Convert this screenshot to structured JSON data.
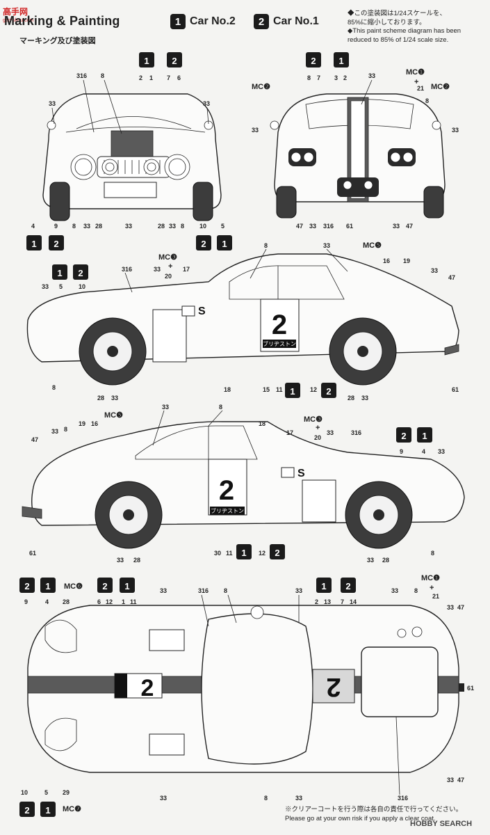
{
  "header": {
    "title": "Marking & Painting",
    "subtitle": "マーキング及び塗装図",
    "car_a": {
      "badge": "1",
      "label": "Car No.2"
    },
    "car_b": {
      "badge": "2",
      "label": "Car No.1"
    },
    "note_line1": "◆この塗装図は1/24スケールを、",
    "note_line2": "85%に縮小しております。",
    "note_line3": "◆This paint scheme diagram has been",
    "note_line4": "reduced to 85% of 1/24 scale size."
  },
  "watermark": {
    "left": "高手网",
    "left_sub": "gao-shou.com",
    "right": "HOBBY SEARCH"
  },
  "footer": {
    "line1": "※クリアーコートを行う際は各自の責任で行ってください。",
    "line2": "Please go at your own risk if you apply a clear coat."
  },
  "car_number": "2",
  "sponsor": "ブリヂストン",
  "class_mark": "S",
  "decals": {
    "d316": "316",
    "d8": "8",
    "d33": "33",
    "d28": "28",
    "d47": "47",
    "d61": "61",
    "d1": "1",
    "d2": "2",
    "d3": "3",
    "d4": "4",
    "d5": "5",
    "d6": "6",
    "d7": "7",
    "d9": "9",
    "d10": "10",
    "d11": "11",
    "d12": "12",
    "d13": "13",
    "d14": "14",
    "d15": "15",
    "d16": "16",
    "d17": "17",
    "d18": "18",
    "d19": "19",
    "d20": "20",
    "d21": "21",
    "d29": "29",
    "d30": "30",
    "mc1": "MC❶",
    "mc2": "MC❷",
    "mc3": "MC❸",
    "mc5": "MC❺",
    "mc6": "MC❻",
    "mc7": "MC❼",
    "plus": "+",
    "b1": "1",
    "b2": "2"
  },
  "colors": {
    "ink": "#222222",
    "stripe": "#5a5a5a",
    "paper": "#f4f4f2",
    "badge": "#1b1b1b"
  }
}
